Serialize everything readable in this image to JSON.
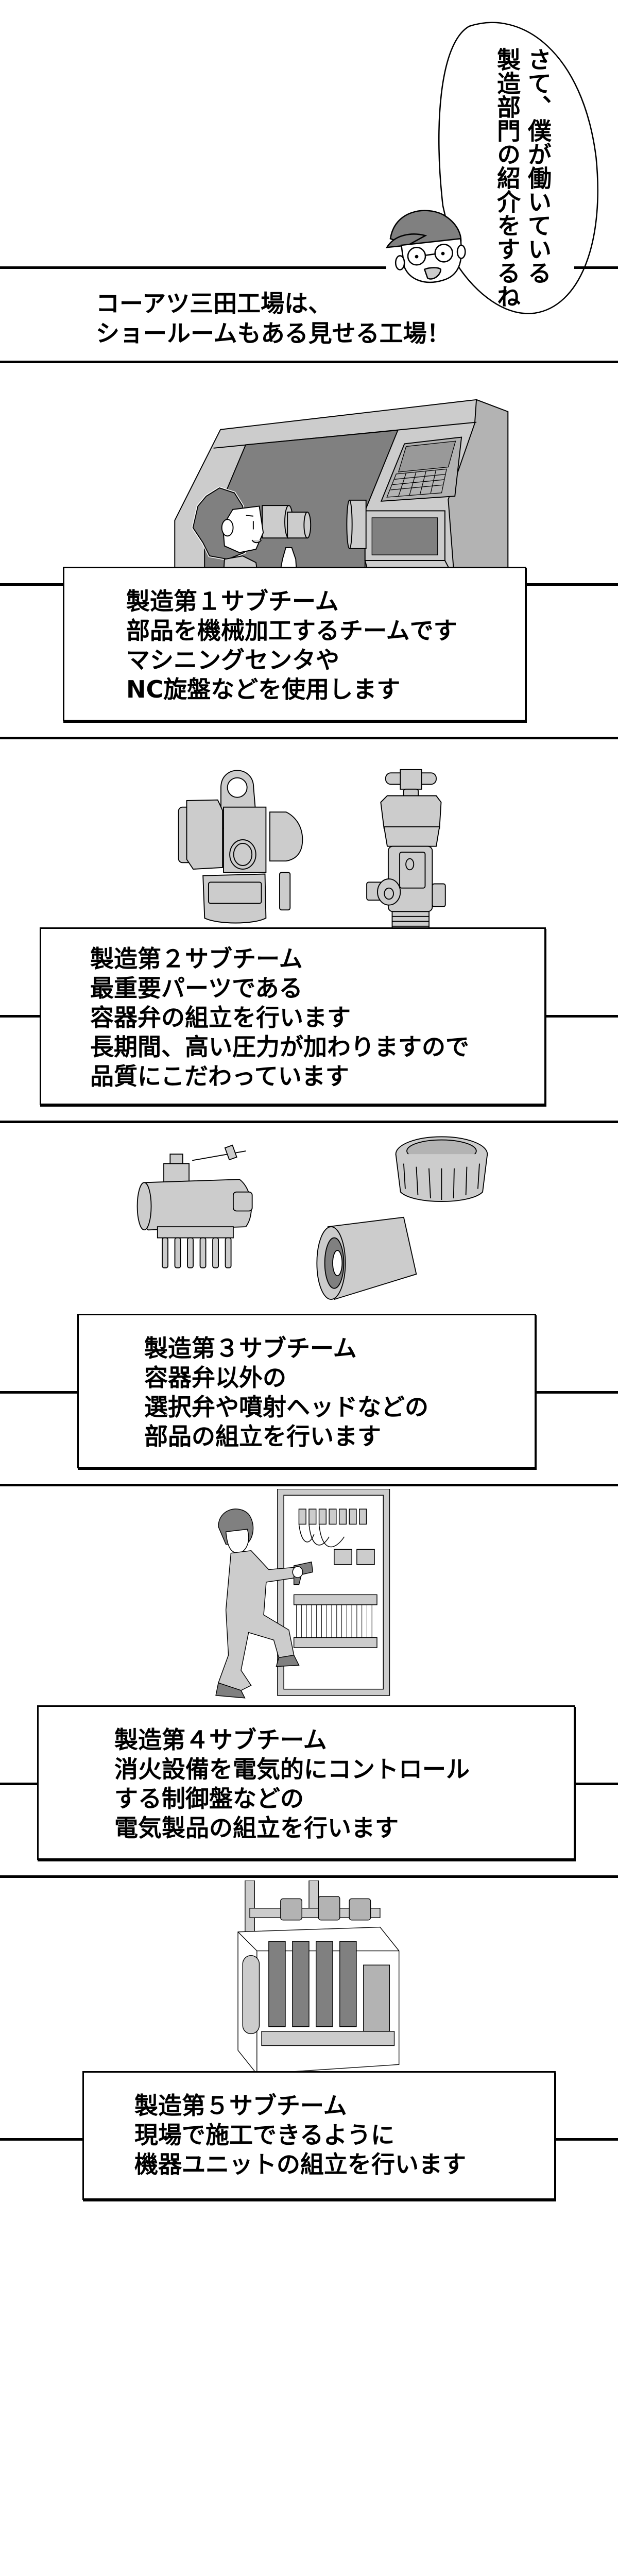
{
  "speech_bubble": {
    "lines": [
      "さて、僕が働いている",
      "製造部門の紹介をするね"
    ]
  },
  "intro": {
    "lines": [
      "コーアツ三田工場は、",
      "ショールームもある見せる工場！"
    ]
  },
  "captions": [
    {
      "lines": [
        "製造第１サブチーム",
        "部品を機械加工するチームです",
        "マシニングセンタや",
        "NC旋盤などを使用します"
      ]
    },
    {
      "lines": [
        "製造第２サブチーム",
        "最重要パーツである",
        "容器弁の組立を行います",
        "長期間、高い圧力が加わりますので",
        "品質にこだわっています"
      ]
    },
    {
      "lines": [
        "製造第３サブチーム",
        "容器弁以外の",
        "選択弁や噴射ヘッドなどの",
        "部品の組立を行います"
      ]
    },
    {
      "lines": [
        "製造第４サブチーム",
        "消火設備を電気的にコントロール",
        "する制御盤などの",
        "電気製品の組立を行います"
      ]
    },
    {
      "lines": [
        "製造第５サブチーム",
        "現場で施工できるように",
        "機器ユニットの組立を行います"
      ]
    }
  ],
  "illustrations": [
    "narrator-with-cap-and-glasses",
    "nc-lathe-with-operator",
    "container-valves",
    "selector-valve-and-discharge-heads",
    "worker-assembling-control-panel",
    "equipment-unit"
  ],
  "colors": {
    "ink": "#000000",
    "light_gray": "#cccccc",
    "mid_gray": "#b3b3b3",
    "dark_gray": "#808080",
    "paper": "#ffffff"
  }
}
